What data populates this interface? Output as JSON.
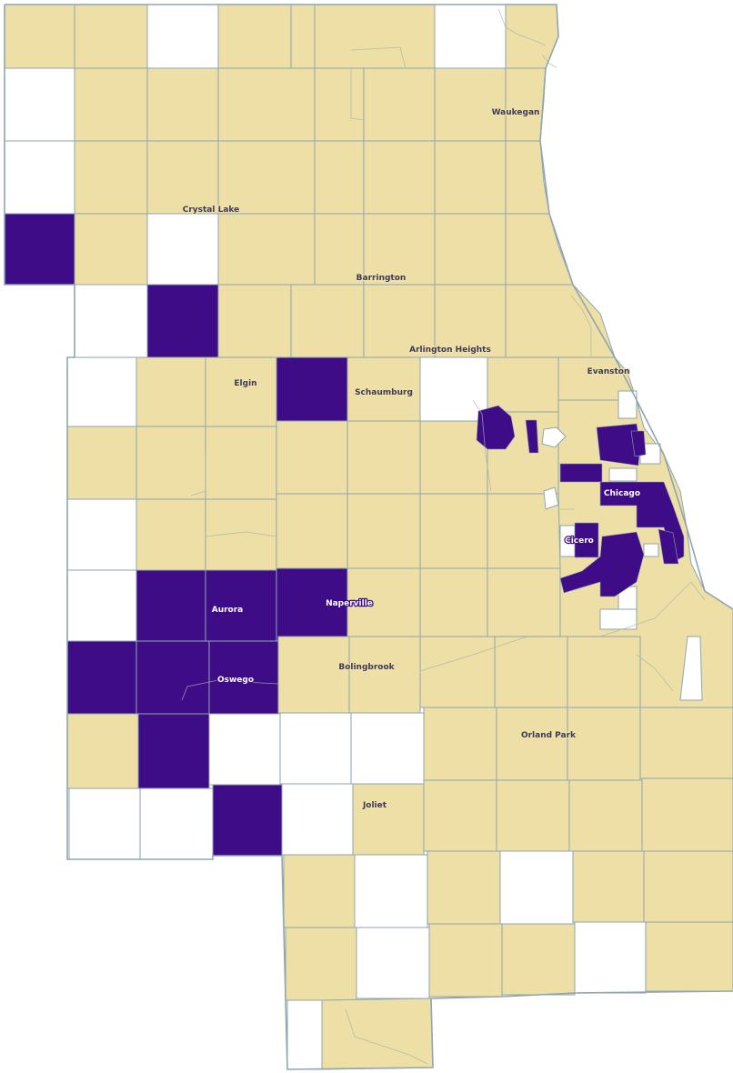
{
  "colors": {
    "tan": "#eddfa6",
    "purple": "#3f0c88",
    "white": "#ffffff",
    "border": "#8ea6b0"
  },
  "legend_categories": [
    "tan",
    "purple",
    "white"
  ],
  "places": {
    "waukegan": "Waukegan",
    "crystal_lake": "Crystal Lake",
    "barrington": "Barrington",
    "arlington_heights": "Arlington Heights",
    "evanston": "Evanston",
    "elgin": "Elgin",
    "schaumburg": "Schaumburg",
    "chicago": "Chicago",
    "cicero": "Cicero",
    "aurora": "Aurora",
    "naperville": "Naperville",
    "oswego": "Oswego",
    "bolingbrook": "Bolingbrook",
    "orland_park": "Orland Park",
    "joliet": "Joliet"
  }
}
